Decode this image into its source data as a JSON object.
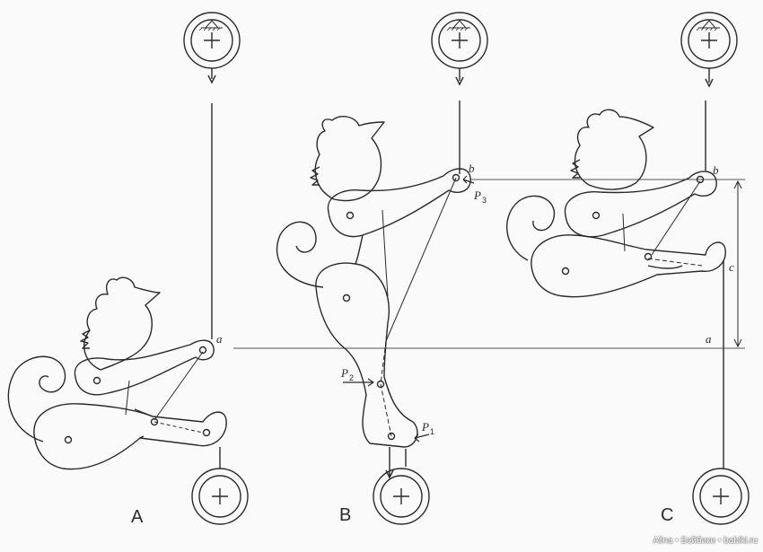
{
  "figures": [
    {
      "label": "A",
      "points": {
        "a": "a"
      }
    },
    {
      "label": "B",
      "points": {
        "b": "b",
        "p3": "P",
        "p3_sub": "3",
        "p2": "P",
        "p2_sub": "2",
        "p1": "P",
        "p1_sub": "1"
      }
    },
    {
      "label": "C",
      "points": {
        "b": "b",
        "a": "a",
        "c": "c"
      }
    }
  ],
  "watermark": "Alina • Бэйбики • babiki.ru",
  "colors": {
    "line": "#2a2a2a",
    "paper": "#fafafa"
  }
}
